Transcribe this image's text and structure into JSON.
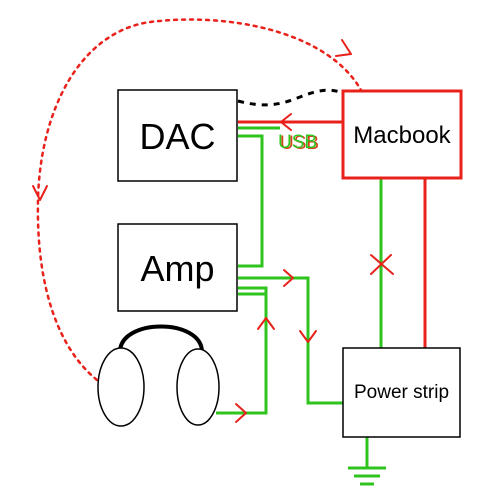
{
  "colors": {
    "ground_wire": "#2ec41d",
    "power_wire": "#e8211b",
    "ground_loop": "#e8211b",
    "usb_cable": "#000000",
    "macbook_border": "#e8211b",
    "usb_label_top": "#2ec41d",
    "usb_label_bottom": "#d0421a"
  },
  "components": {
    "dac": {
      "label": "DAC"
    },
    "amp": {
      "label": "Amp"
    },
    "macbook": {
      "label": "Macbook"
    },
    "power_strip": {
      "label": "Power strip"
    },
    "headphones": {
      "icon": "headphones-icon"
    },
    "ground": {
      "icon": "ground-symbol-icon"
    }
  },
  "connections": {
    "usb": {
      "label": "USB"
    }
  },
  "markers": {
    "broken_ground": "x-mark-icon",
    "current_direction": "arrow-icon"
  }
}
